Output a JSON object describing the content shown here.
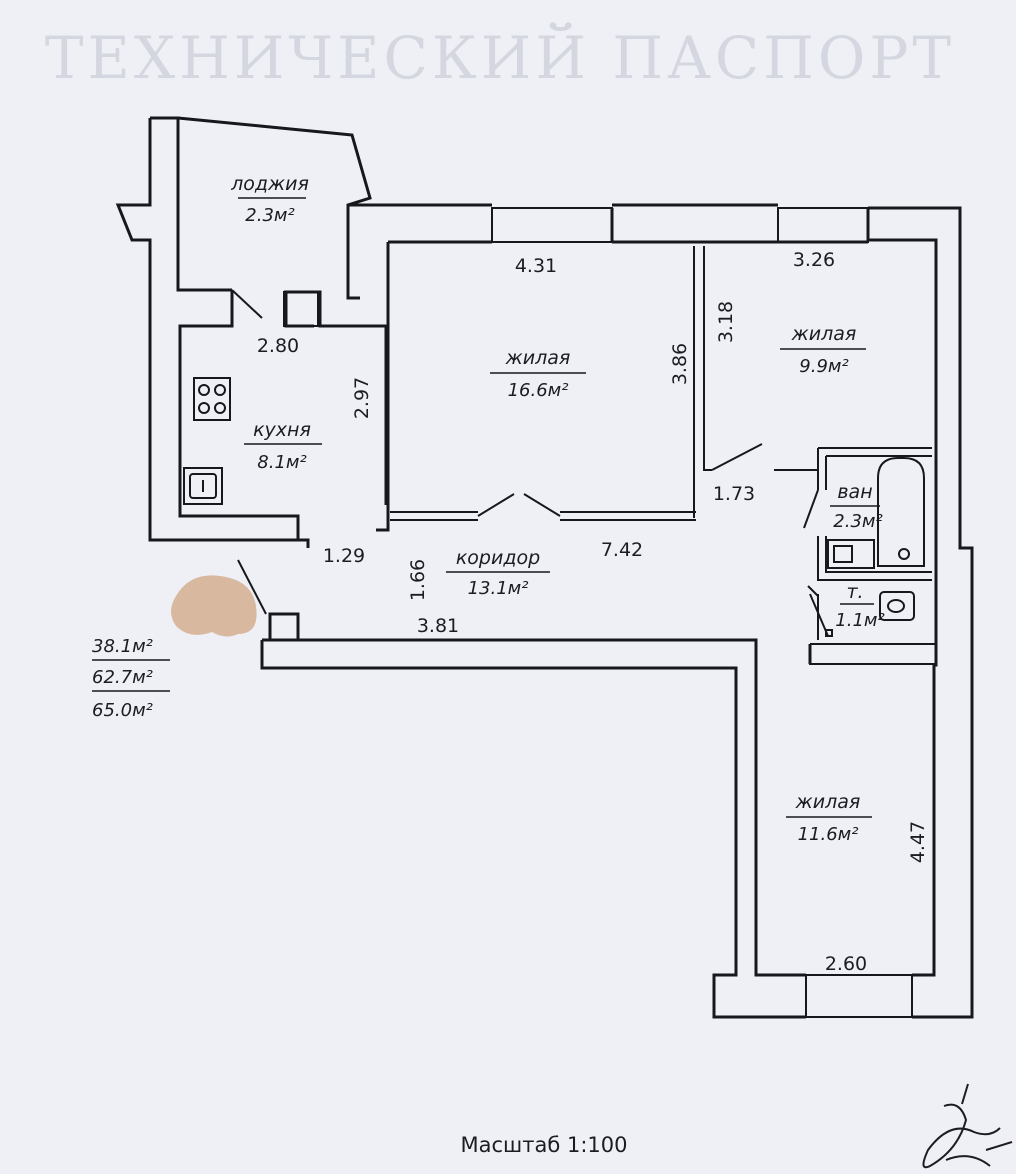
{
  "header_text": "ТЕХНИЧЕСКИЙ ПАСПОРТ",
  "rooms": {
    "loggia": {
      "name": "лоджия",
      "area": "2.3м²"
    },
    "kitchen": {
      "name": "кухня",
      "area": "8.1м²"
    },
    "living1": {
      "name": "жилая",
      "area": "16.6м²"
    },
    "living2": {
      "name": "жилая",
      "area": "9.9м²"
    },
    "corridor": {
      "name": "коридор",
      "area": "13.1м²"
    },
    "bath": {
      "name": "ван",
      "area": "2.3м²"
    },
    "wc": {
      "name": "т.",
      "area": "1.1м²"
    },
    "living3": {
      "name": "жилая",
      "area": "11.6м²"
    }
  },
  "dimensions": {
    "living1_width": "4.31",
    "living2_width": "3.26",
    "living1_depth": "3.86",
    "living2_depth": "3.18",
    "kitchen_width": "2.80",
    "kitchen_depth": "2.97",
    "corridor_length": "7.42",
    "corridor_lower": "3.81",
    "corridor_width": "1.66",
    "entrance": "1.29",
    "passage": "1.73",
    "living3_depth": "4.47",
    "living3_width": "2.60"
  },
  "totals": {
    "living": "38.1м²",
    "total": "62.7м²",
    "total_with_loggia": "65.0м²"
  },
  "scale_label": "Масштаб 1:100",
  "colors": {
    "paper": "#eef0f6",
    "ink": "#18181c",
    "redaction": "#d8b9a0"
  }
}
